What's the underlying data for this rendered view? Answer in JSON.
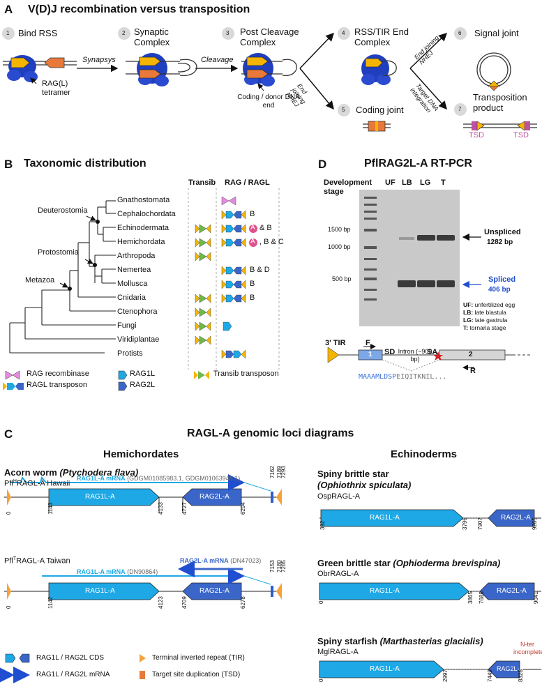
{
  "panelA": {
    "letter": "A",
    "title": "V(D)J recombination versus transposition",
    "steps": [
      {
        "num": "1",
        "label": "Bind RSS"
      },
      {
        "num": "2",
        "label": "Synaptic Complex"
      },
      {
        "num": "3",
        "label": "Post Cleavage Complex"
      },
      {
        "num": "4",
        "label": "RSS/TIR End Complex"
      },
      {
        "num": "5",
        "label": "Coding joint"
      },
      {
        "num": "6",
        "label": "Signal joint"
      },
      {
        "num": "7",
        "label": "Transposition product"
      }
    ],
    "rag_label": "RAG(L) tetramer",
    "arrow_synapsys": "Synapsys",
    "arrow_cleavage": "Cleavage",
    "coding_end": "Coding / donor DNA end",
    "end_joining_nhej_a": "End joining NHEJ",
    "end_joining_nhej_b": "End joining NHEJ",
    "target_dna": "Target DNA integration",
    "tsd": "TSD",
    "colors": {
      "rag": "#1f3fbf",
      "orange": "#e8793a",
      "yellow": "#f5b400",
      "magenta": "#c050a0"
    }
  },
  "panelB": {
    "letter": "B",
    "title": "Taxonomic distribution",
    "col_transib": "Transib",
    "col_rag": "RAG / RAGL",
    "clades": [
      "Deuterostomia",
      "Protostomia",
      "Metazoa"
    ],
    "taxa": [
      {
        "name": "Gnathostomata",
        "transib": false,
        "rag": "rag",
        "note": ""
      },
      {
        "name": "Cephalochordata",
        "transib": false,
        "rag": "ragl",
        "note": "B"
      },
      {
        "name": "Echinodermata",
        "transib": true,
        "rag": "ragl",
        "note": "& B",
        "badge": "A"
      },
      {
        "name": "Hemichordata",
        "transib": true,
        "rag": "ragl",
        "note": ", B & C",
        "badge": "A"
      },
      {
        "name": "Arthropoda",
        "transib": true,
        "rag": "",
        "note": ""
      },
      {
        "name": "Nemertea",
        "transib": false,
        "rag": "ragl",
        "note": "B & D"
      },
      {
        "name": "Mollusca",
        "transib": false,
        "rag": "ragl",
        "note": "B"
      },
      {
        "name": "Cnidaria",
        "transib": true,
        "rag": "ragl",
        "note": "B"
      },
      {
        "name": "Ctenophora",
        "transib": true,
        "rag": "",
        "note": ""
      },
      {
        "name": "Fungi",
        "transib": true,
        "rag": "rag1",
        "note": ""
      },
      {
        "name": "Viridiplantae",
        "transib": true,
        "rag": "",
        "note": ""
      },
      {
        "name": "Protists",
        "transib": false,
        "rag": "transposon2",
        "note": ""
      }
    ],
    "legend": {
      "rag_recombinase": "RAG  recombinase",
      "ragl_transposon": "RAGL transposon",
      "rag1l": "RAG1L",
      "rag2l": "RAG2L",
      "transib_transposon": "Transib  transposon"
    }
  },
  "panelD": {
    "letter": "D",
    "title": "PflRAG2L-A  RT-PCR",
    "dev_stage": "Development stage",
    "lanes": [
      "UF",
      "LB",
      "LG",
      "T"
    ],
    "markers": [
      "1500 bp",
      "1000 bp",
      "500 bp"
    ],
    "unspliced": "Unspliced",
    "unspliced_bp": "1282 bp",
    "spliced": "Spliced",
    "spliced_bp": "406 bp",
    "key": [
      {
        "abbr": "UF:",
        "text": "unfertilized egg"
      },
      {
        "abbr": "LB:",
        "text": "late blastula"
      },
      {
        "abbr": "LG:",
        "text": "late gastrula"
      },
      {
        "abbr": "T:",
        "text": "tornaria stage"
      }
    ],
    "tir3": "3' TIR",
    "F": "F",
    "R": "R",
    "SD": "SD",
    "SA": "SA",
    "intron": "Intron (~900 bp)",
    "exon1": "1",
    "exon2": "2",
    "seq_blue": "MAAAMLDSP",
    "seq_gray": "EIQITKNIL..."
  },
  "panelC": {
    "letter": "C",
    "title": "RAGL-A genomic loci diagrams",
    "hemi_header": "Hemichordates",
    "echino_header": "Echinoderms",
    "acorn_title": "Acorn worm",
    "acorn_species": "(Ptychodera flava)",
    "hawaii": {
      "label": "Pfl",
      "sup": "H",
      "rest": "RAGL-A  Hawaii",
      "mrna": "RAG1L-A mRNA",
      "mrna_ids": "(GDGM01085983.1, GDGM01063948.1)",
      "coords": [
        "0",
        "1143",
        "4133",
        "4727",
        "6294",
        "7162",
        "7189",
        "7293"
      ]
    },
    "taiwan": {
      "label": "Pfl",
      "sup": "T",
      "rest": "RAGL-A  Taiwan",
      "mrna": "RAG1L-A mRNA",
      "mrna_ids": "(DN90864)",
      "mrna2": "RAG2L-A mRNA",
      "mrna2_ids": "(DN47023)",
      "coords": [
        "0",
        "1142",
        "4123",
        "4709",
        "6278",
        "7153",
        "7180",
        "7285"
      ]
    },
    "rag1": "RAG1L-A",
    "rag2": "RAG2L-A",
    "osp": {
      "title": "Spiny brittle star",
      "species": "(Ophiothrix spiculata)",
      "locus": "OspRAGL-A",
      "coords": [
        "392",
        "3796",
        "7907",
        "9265"
      ]
    },
    "obr": {
      "title": "Green brittle star",
      "species": "(Ophioderma brevispina)",
      "locus": "ObrRAGL-A",
      "coords": [
        "0",
        "3865",
        "7688",
        "9041"
      ]
    },
    "mgl": {
      "title": "Spiny starfish",
      "species": "(Marthasterias glacialis)",
      "locus": "MglRAGL-A",
      "coords": [
        "0",
        "2997",
        "7449",
        "8328"
      ],
      "nter": "N-ter incomplete"
    },
    "legend": {
      "cds": "RAG1L / RAG2L CDS",
      "mrna": "RAG1L / RAG2L mRNA",
      "tir": "Terminal inverted repeat (TIR)",
      "tsd": "Target site duplication (TSD)"
    }
  }
}
